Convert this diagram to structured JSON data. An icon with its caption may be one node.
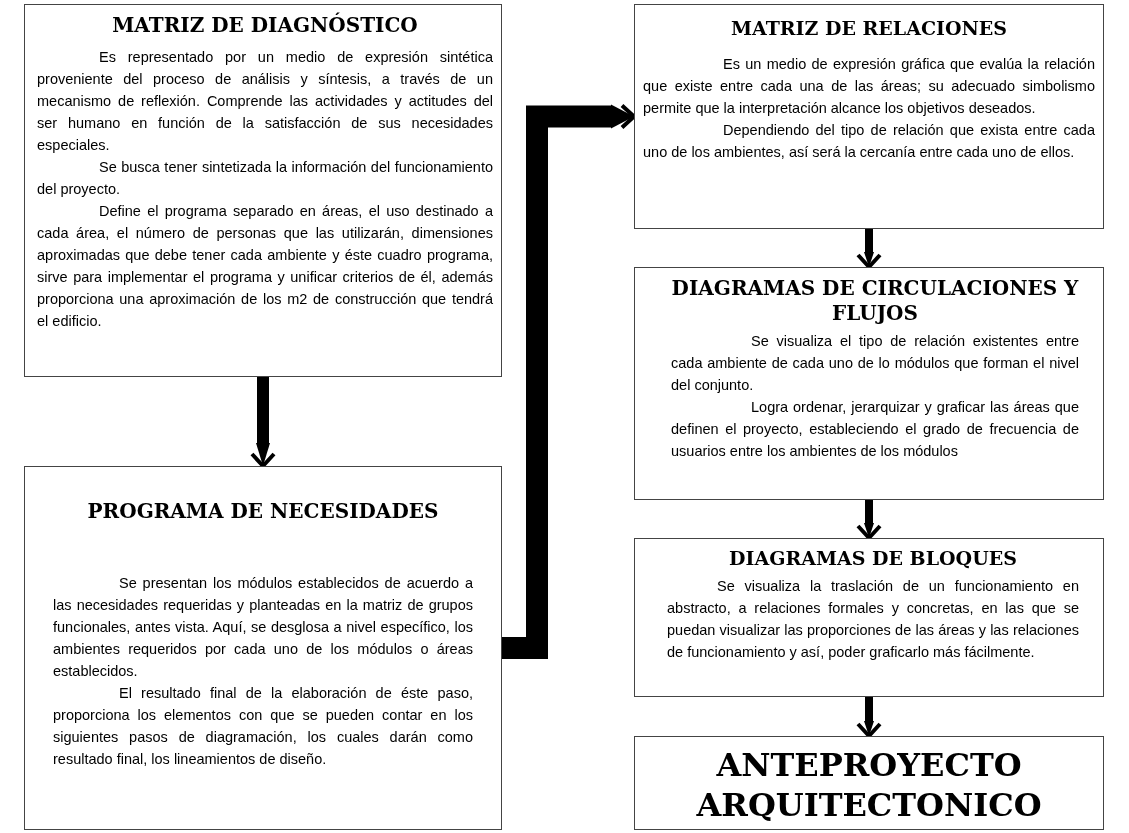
{
  "diagram": {
    "nodes": [
      {
        "text": [
          "MATRIZ DE DIAGNÓSTICO",
          "Es representado por un medio de expresión sintética proveniente del proceso de análisis y síntesis, a través de un mecanismo de reflexión. Comprende las actividades y actitudes del ser humano en función de la satisfacción de sus necesidades especiales.",
          "Se busca tener sintetizada la información del funcionamiento del proyecto.",
          "Define el programa separado en áreas, el uso destinado a cada área, el número de personas que las utilizarán, dimensiones aproximadas que debe tener cada ambiente y éste cuadro programa, sirve para implementar el programa y unificar criterios de él, además proporciona una aproximación de los m2 de construcción que tendrá el edificio."
        ]
      },
      {
        "text": [
          "PROGRAMA DE NECESIDADES",
          "Se presentan los módulos establecidos de acuerdo a las necesidades requeridas y planteadas en la matriz de grupos funcionales, antes vista. Aquí, se desglosa a nivel específico, los ambientes requeridos por cada uno de los módulos o áreas establecidos.",
          "El resultado final de la elaboración de éste paso, proporciona los elementos con que se pueden contar en los siguientes pasos de diagramación, los cuales darán como resultado final, los lineamientos de diseño."
        ]
      },
      {
        "text": [
          "MATRIZ DE RELACIONES",
          "Es un medio de expresión gráfica que evalúa la relación que existe entre cada una de las áreas; su adecuado simbolismo permite que la interpretación alcance los objetivos deseados.",
          "Dependiendo del tipo de relación que exista entre cada uno de los ambientes, así será la cercanía entre cada uno de ellos."
        ]
      },
      {
        "text": [
          "DIAGRAMAS DE CIRCULACIONES Y FLUJOS",
          "Se visualiza el tipo de relación existentes entre cada ambiente de cada uno de lo módulos que forman el nivel del conjunto.",
          "Logra ordenar, jerarquizar y graficar las áreas que definen el proyecto, estableciendo el grado de frecuencia de usuarios entre los ambientes de los módulos"
        ]
      },
      {
        "text": [
          "DIAGRAMAS DE BLOQUES",
          "Se visualiza la traslación de un funcionamiento en abstracto, a relaciones formales y concretas, en las que se puedan visualizar las proporciones de las áreas y las relaciones de funcionamiento y así, poder graficarlo más fácilmente."
        ]
      },
      {
        "text": [
          "ANTEPROYECTO ARQUITECTONICO"
        ]
      }
    ],
    "edges": [
      {
        "from": 0,
        "to": 1,
        "arrow": "to"
      },
      {
        "from": 1,
        "to": 2,
        "arrow": "to",
        "style": "thick"
      },
      {
        "from": 2,
        "to": 3,
        "arrow": "to"
      },
      {
        "from": 3,
        "to": 4,
        "arrow": "to"
      },
      {
        "from": 4,
        "to": 5,
        "arrow": "to"
      }
    ]
  }
}
